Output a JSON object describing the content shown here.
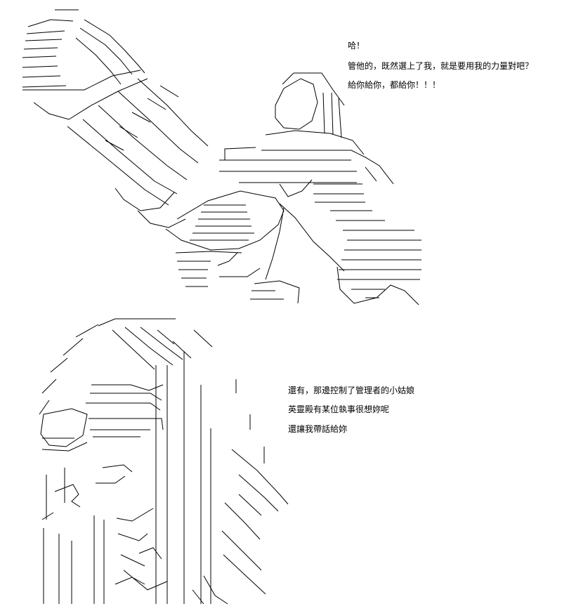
{
  "panel_top": {
    "dialogue": [
      "哈！",
      "管他的，既然選上了我，就是要用我的力量對吧？",
      "給你給你，都給你！！！"
    ]
  },
  "panel_bottom": {
    "dialogue": [
      "還有，那邊控制了管理者的小姑娘",
      "英靈殿有某位執事很想妳呢",
      "還讓我帶話給妳"
    ]
  },
  "colors": {
    "ink": "#000000",
    "paper": "#ffffff"
  }
}
